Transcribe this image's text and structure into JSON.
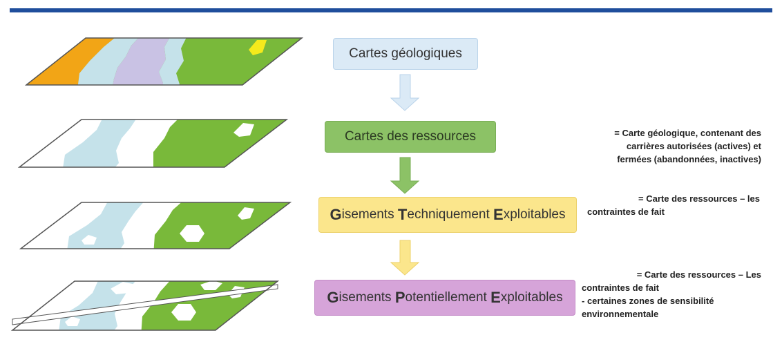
{
  "boxes": {
    "b1": "Cartes géologiques",
    "b2": "Cartes des ressources",
    "b3": {
      "g": "G",
      "isements": "isements ",
      "t": "T",
      "echniquement": "echniquement ",
      "e": "E",
      "xploitables": "xploitables"
    },
    "b4": {
      "g": "G",
      "isements": "isements ",
      "p": "P",
      "otentiellement": "otentiellement ",
      "e": "E",
      "xploitables": "xploitables"
    }
  },
  "notes": {
    "n1": [
      "= Carte géologique, contenant des",
      "carrières autorisées (actives) et",
      "fermées (abandonnées, inactives)"
    ],
    "n2": [
      "= Carte des ressources – les",
      "contraintes de fait"
    ],
    "n3": [
      "= Carte des ressources – Les",
      "contraintes de fait",
      "- certaines zones de sensibilité",
      "environnementale"
    ]
  },
  "colors": {
    "blue_box": "#dbeaf6",
    "green_box": "#8cc266",
    "yellow_box": "#fbe68c",
    "purple_box": "#d6a4d9",
    "map_green": "#79b93a",
    "map_lightblue": "#c5e2ea",
    "map_orange": "#f2a516",
    "map_lavender": "#c9c2e4",
    "map_yellow": "#f4ea1c",
    "top_bar": "#1f4e9c"
  }
}
